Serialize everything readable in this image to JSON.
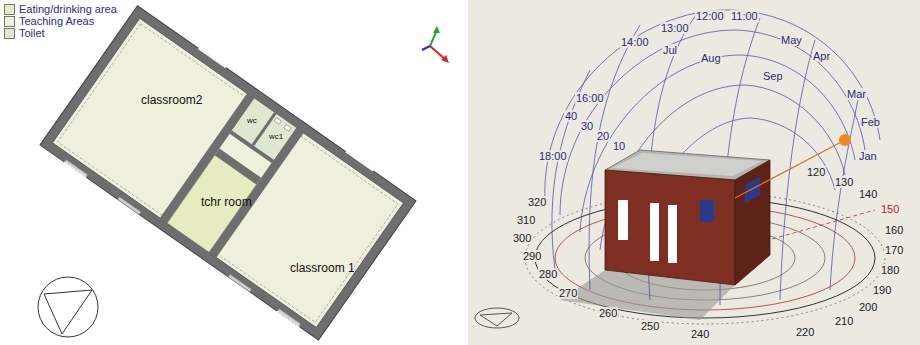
{
  "diagram": {
    "nodes": [
      {
        "text": [
          "classroom2"
        ]
      },
      {
        "text": [
          "tchr room"
        ]
      },
      {
        "text": [
          "classroom 1"
        ]
      },
      {
        "text": [
          "wc"
        ]
      },
      {
        "text": [
          "wc1"
        ]
      }
    ],
    "labels": [
      "12:00",
      "11:00",
      "13:00",
      "14:00",
      "Jul",
      "Aug",
      "May",
      "Apr",
      "Sep",
      "Mar",
      "Feb",
      "Jan",
      "16:00",
      "18:00",
      "10",
      "20",
      "30",
      "40",
      "120",
      "130",
      "140",
      "150",
      "160",
      "170",
      "180",
      "190",
      "200",
      "210",
      "220",
      "240",
      "250",
      "260",
      "270",
      "280",
      "290",
      "300",
      "310",
      "320"
    ],
    "legend": [
      {
        "text": "Eating/drinking area",
        "color": "#e6ecc0"
      },
      {
        "text": "Teaching Areas",
        "color": "#eef0dc"
      },
      {
        "text": "Toilet",
        "color": "#dfe7cf"
      }
    ]
  }
}
